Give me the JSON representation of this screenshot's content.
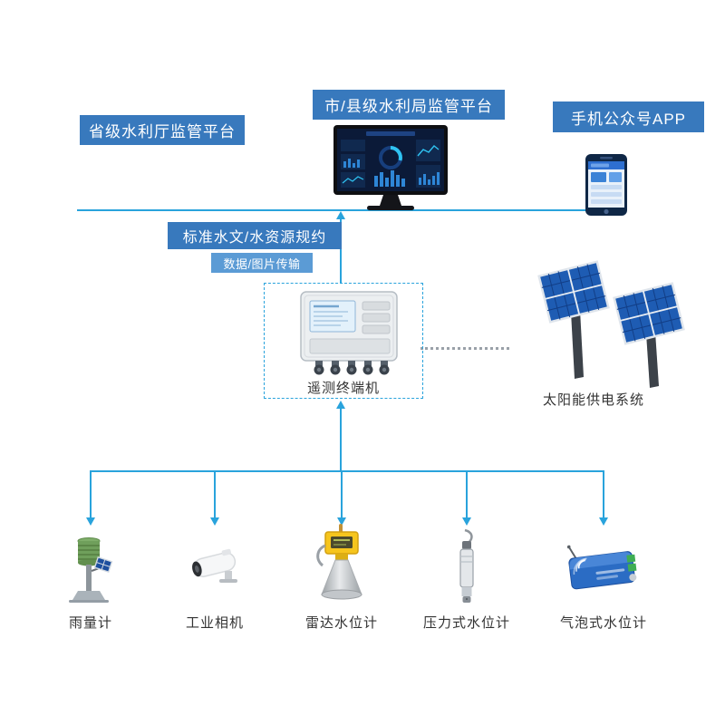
{
  "colors": {
    "box_blue": "#3879bd",
    "box_blue_light": "#5b9bd5",
    "line_blue": "#29a3dc",
    "label_text": "#333333"
  },
  "platforms": {
    "provincial": {
      "label": "省级水利厅监管平台"
    },
    "municipal": {
      "label": "市/县级水利局监管平台"
    },
    "mobile_app": {
      "label": "手机公众号APP"
    }
  },
  "links": {
    "protocol": "标准水文/水资源规约",
    "transmission": "数据/图片传输"
  },
  "field_station": {
    "rtu_label": "遥测终端机",
    "solar_label": "太阳能供电系统"
  },
  "sensors": [
    {
      "label": "雨量计"
    },
    {
      "label": "工业相机"
    },
    {
      "label": "雷达水位计"
    },
    {
      "label": "压力式水位计"
    },
    {
      "label": "气泡式水位计"
    }
  ]
}
